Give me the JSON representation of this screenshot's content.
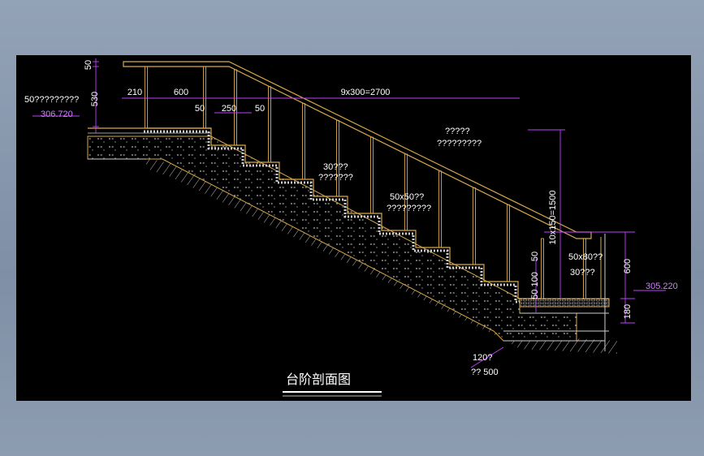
{
  "drawing": {
    "title": "台阶剖面图",
    "colors": {
      "background": "#000000",
      "structure": "#d9a84a",
      "dimension": "#c040ff",
      "text": "#ffffff",
      "hatch": "#cfcfcf"
    },
    "dimensions": {
      "top_rail_thk": "50",
      "rail_height": "530",
      "landing_210": "210",
      "landing_600": "600",
      "gap_50a": "50",
      "tread_250": "250",
      "gap_50b": "50",
      "run_total": "9x300=2700",
      "rise_total": "10x150=1500",
      "bottom_50": "50",
      "bottom_100": "50 100",
      "right_600": "600",
      "right_180": "180",
      "bottom_500": "?? 500"
    },
    "elevations": {
      "top": "306.720",
      "bottom": "305.220"
    },
    "annotations": {
      "top_left_note": "50?????????",
      "handrail_note_1": "?????",
      "handrail_note_2": "?????????",
      "tread_note_1": "30???",
      "tread_note_2": "???????",
      "nosing_note_1": "50x50??",
      "nosing_note_2": "?????????",
      "post_note": "50x80??",
      "base_note": "30???",
      "foundation_note": "120?"
    }
  }
}
